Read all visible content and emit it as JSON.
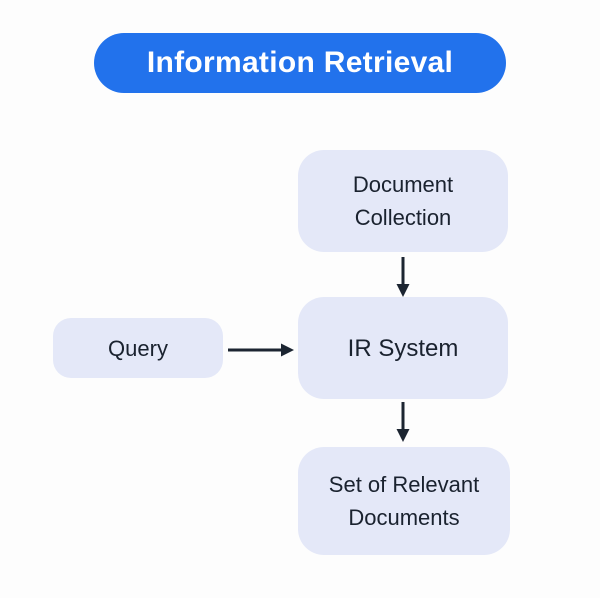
{
  "diagram": {
    "title": "Information Retrieval",
    "nodes": [
      {
        "id": "document-collection",
        "label": "Document Collection"
      },
      {
        "id": "query",
        "label": "Query"
      },
      {
        "id": "ir-system",
        "label": "IR System"
      },
      {
        "id": "relevant-documents",
        "label": "Set of Relevant Documents"
      }
    ],
    "edges": [
      {
        "from": "document-collection",
        "to": "ir-system",
        "direction": "down"
      },
      {
        "from": "query",
        "to": "ir-system",
        "direction": "right"
      },
      {
        "from": "ir-system",
        "to": "relevant-documents",
        "direction": "down"
      }
    ],
    "colors": {
      "title_bg": "#2272ec",
      "title_text": "#ffffff",
      "node_bg": "#e4e8f8",
      "node_text": "#1a222f",
      "arrow": "#1c2531",
      "background": "#fdfdfd"
    }
  }
}
